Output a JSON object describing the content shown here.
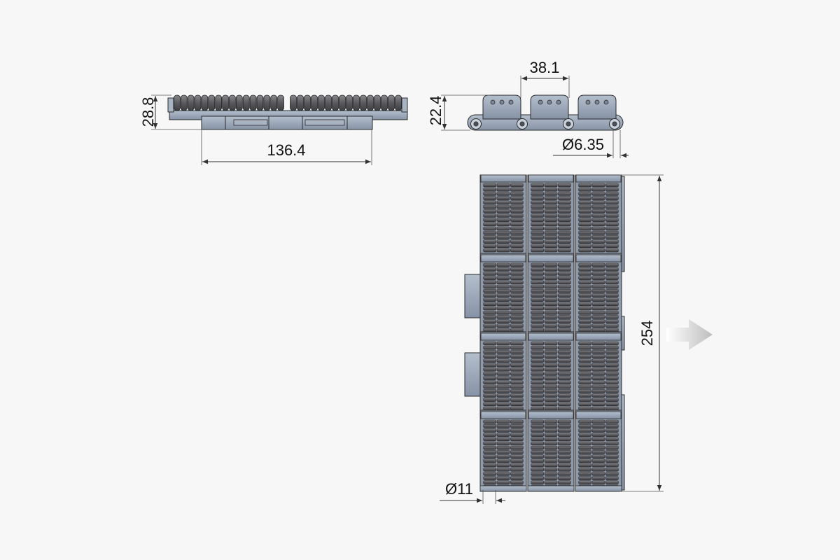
{
  "dimensions": {
    "side_height": "28.8",
    "side_width": "136.4",
    "pitch": "38.1",
    "end_height": "22.4",
    "pin_diameter": "Ø6.35",
    "belt_length": "254",
    "hole_diameter": "Ø11"
  },
  "icons": {
    "direction": "arrow-right-icon"
  },
  "colors": {
    "background": "#f7f7f7",
    "link_fill": "#9aa7b8",
    "roller_fill": "#5b5b5e",
    "outline": "#2b2b2b",
    "arrow": "#c8c8c8"
  }
}
